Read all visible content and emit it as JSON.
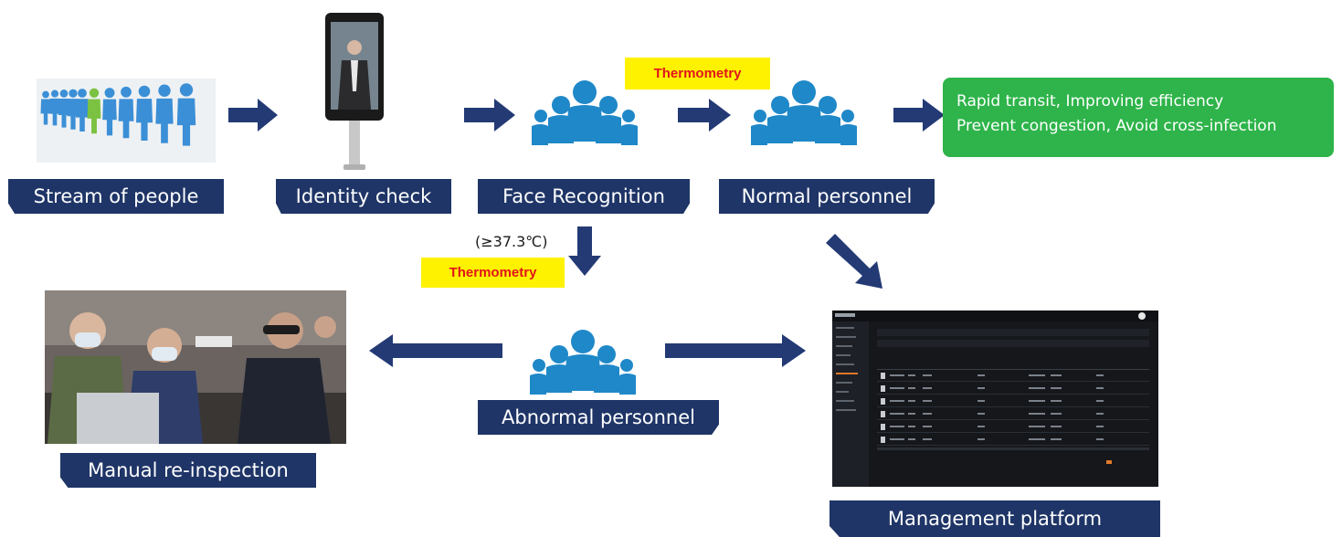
{
  "labels": {
    "stream": "Stream of people",
    "identity": "Identity check",
    "face": "Face Recognition",
    "normal": "Normal personnel",
    "abnormal": "Abnormal personnel",
    "manual": "Manual re-inspection",
    "platform": "Management platform"
  },
  "thermometry_top": "Thermometry",
  "thermometry_bottom": "Thermometry",
  "temperature_threshold": "(≥37.3℃)",
  "result": {
    "line1": "Rapid transit, Improving efficiency",
    "line2": "Prevent congestion, Avoid cross-infection"
  },
  "colors": {
    "label_bg": "#1f3567",
    "arrow": "#233a75",
    "people_icon": "#1f88c8",
    "highlight": "#fff200",
    "highlight_text": "#e0151c",
    "result_bg": "#2eb44a"
  }
}
